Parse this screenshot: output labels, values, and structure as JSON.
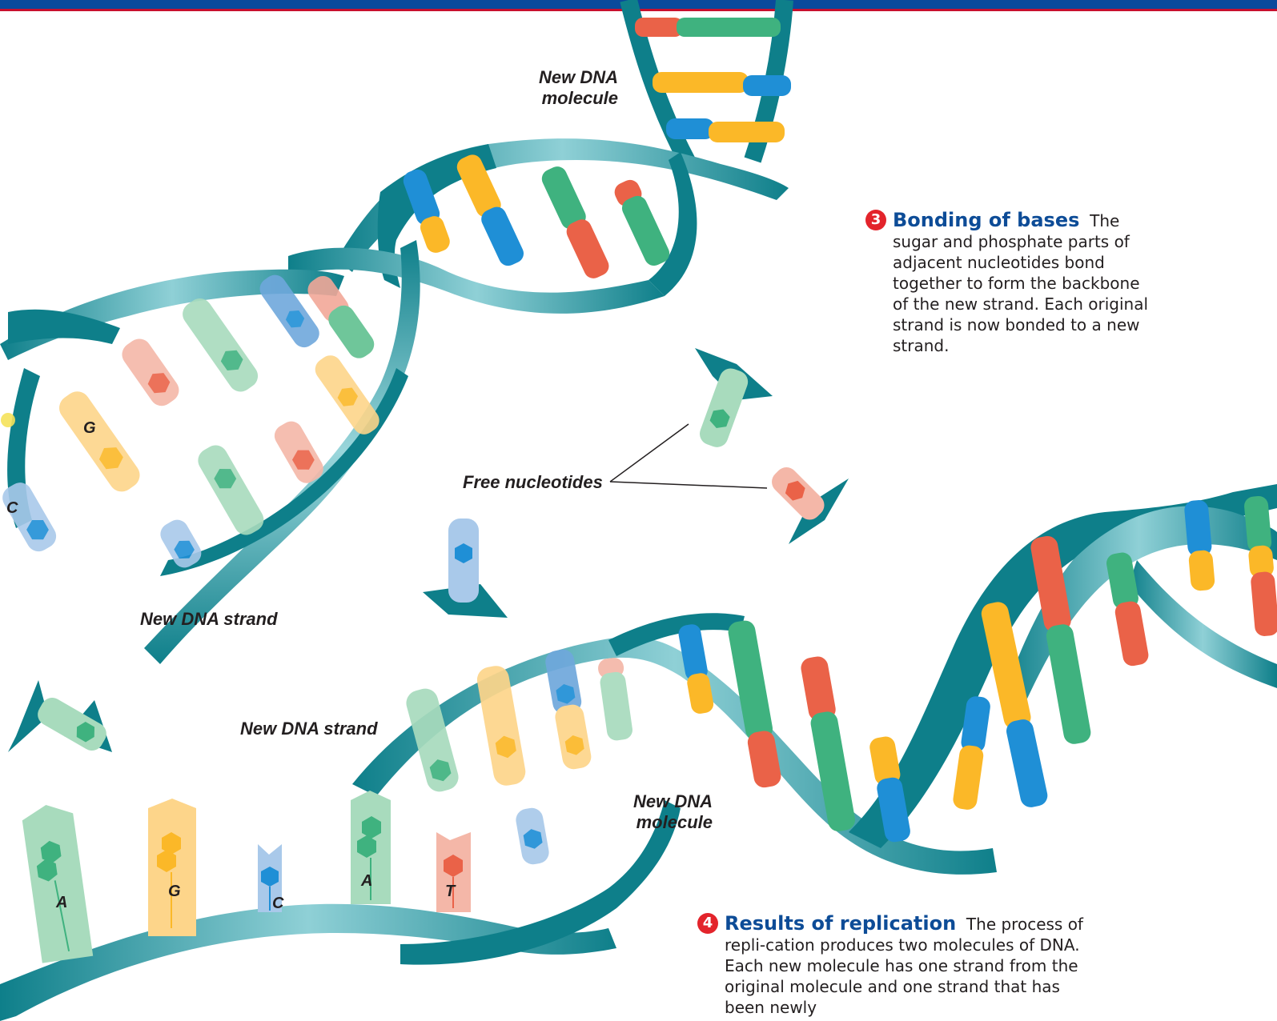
{
  "labels": {
    "new_dna_molecule_top": "New DNA\nmolecule",
    "new_dna_molecule_bottom": "New DNA\nmolecule",
    "free_nucleotides": "Free nucleotides",
    "new_dna_strand_upper": "New DNA strand",
    "new_dna_strand_lower": "New DNA strand"
  },
  "steps": [
    {
      "number": "3",
      "title": "Bonding of bases",
      "body": "The sugar and phosphate parts of adjacent nucleotides bond together to form the backbone of the new strand. Each original strand is now bonded to a new strand."
    },
    {
      "number": "4",
      "title": "Results of replication",
      "body": "The process of repli-cation produces two molecules of DNA. Each new molecule has one strand from the original molecule and one strand that has been newly"
    }
  ],
  "bases": {
    "upper_g": "G",
    "upper_c": "C",
    "lower": [
      "A",
      "G",
      "C",
      "A",
      "T"
    ]
  },
  "colors": {
    "backbone_dark": "#0e7f8a",
    "backbone_light": "#7cc8d0",
    "adenine_green": "#3fb27f",
    "guanine_yellow": "#fbb828",
    "cytosine_blue": "#1f8fd6",
    "thymine_red": "#ea6248",
    "heading_blue": "#0d4c97",
    "step_badge_red": "#e3242b"
  }
}
